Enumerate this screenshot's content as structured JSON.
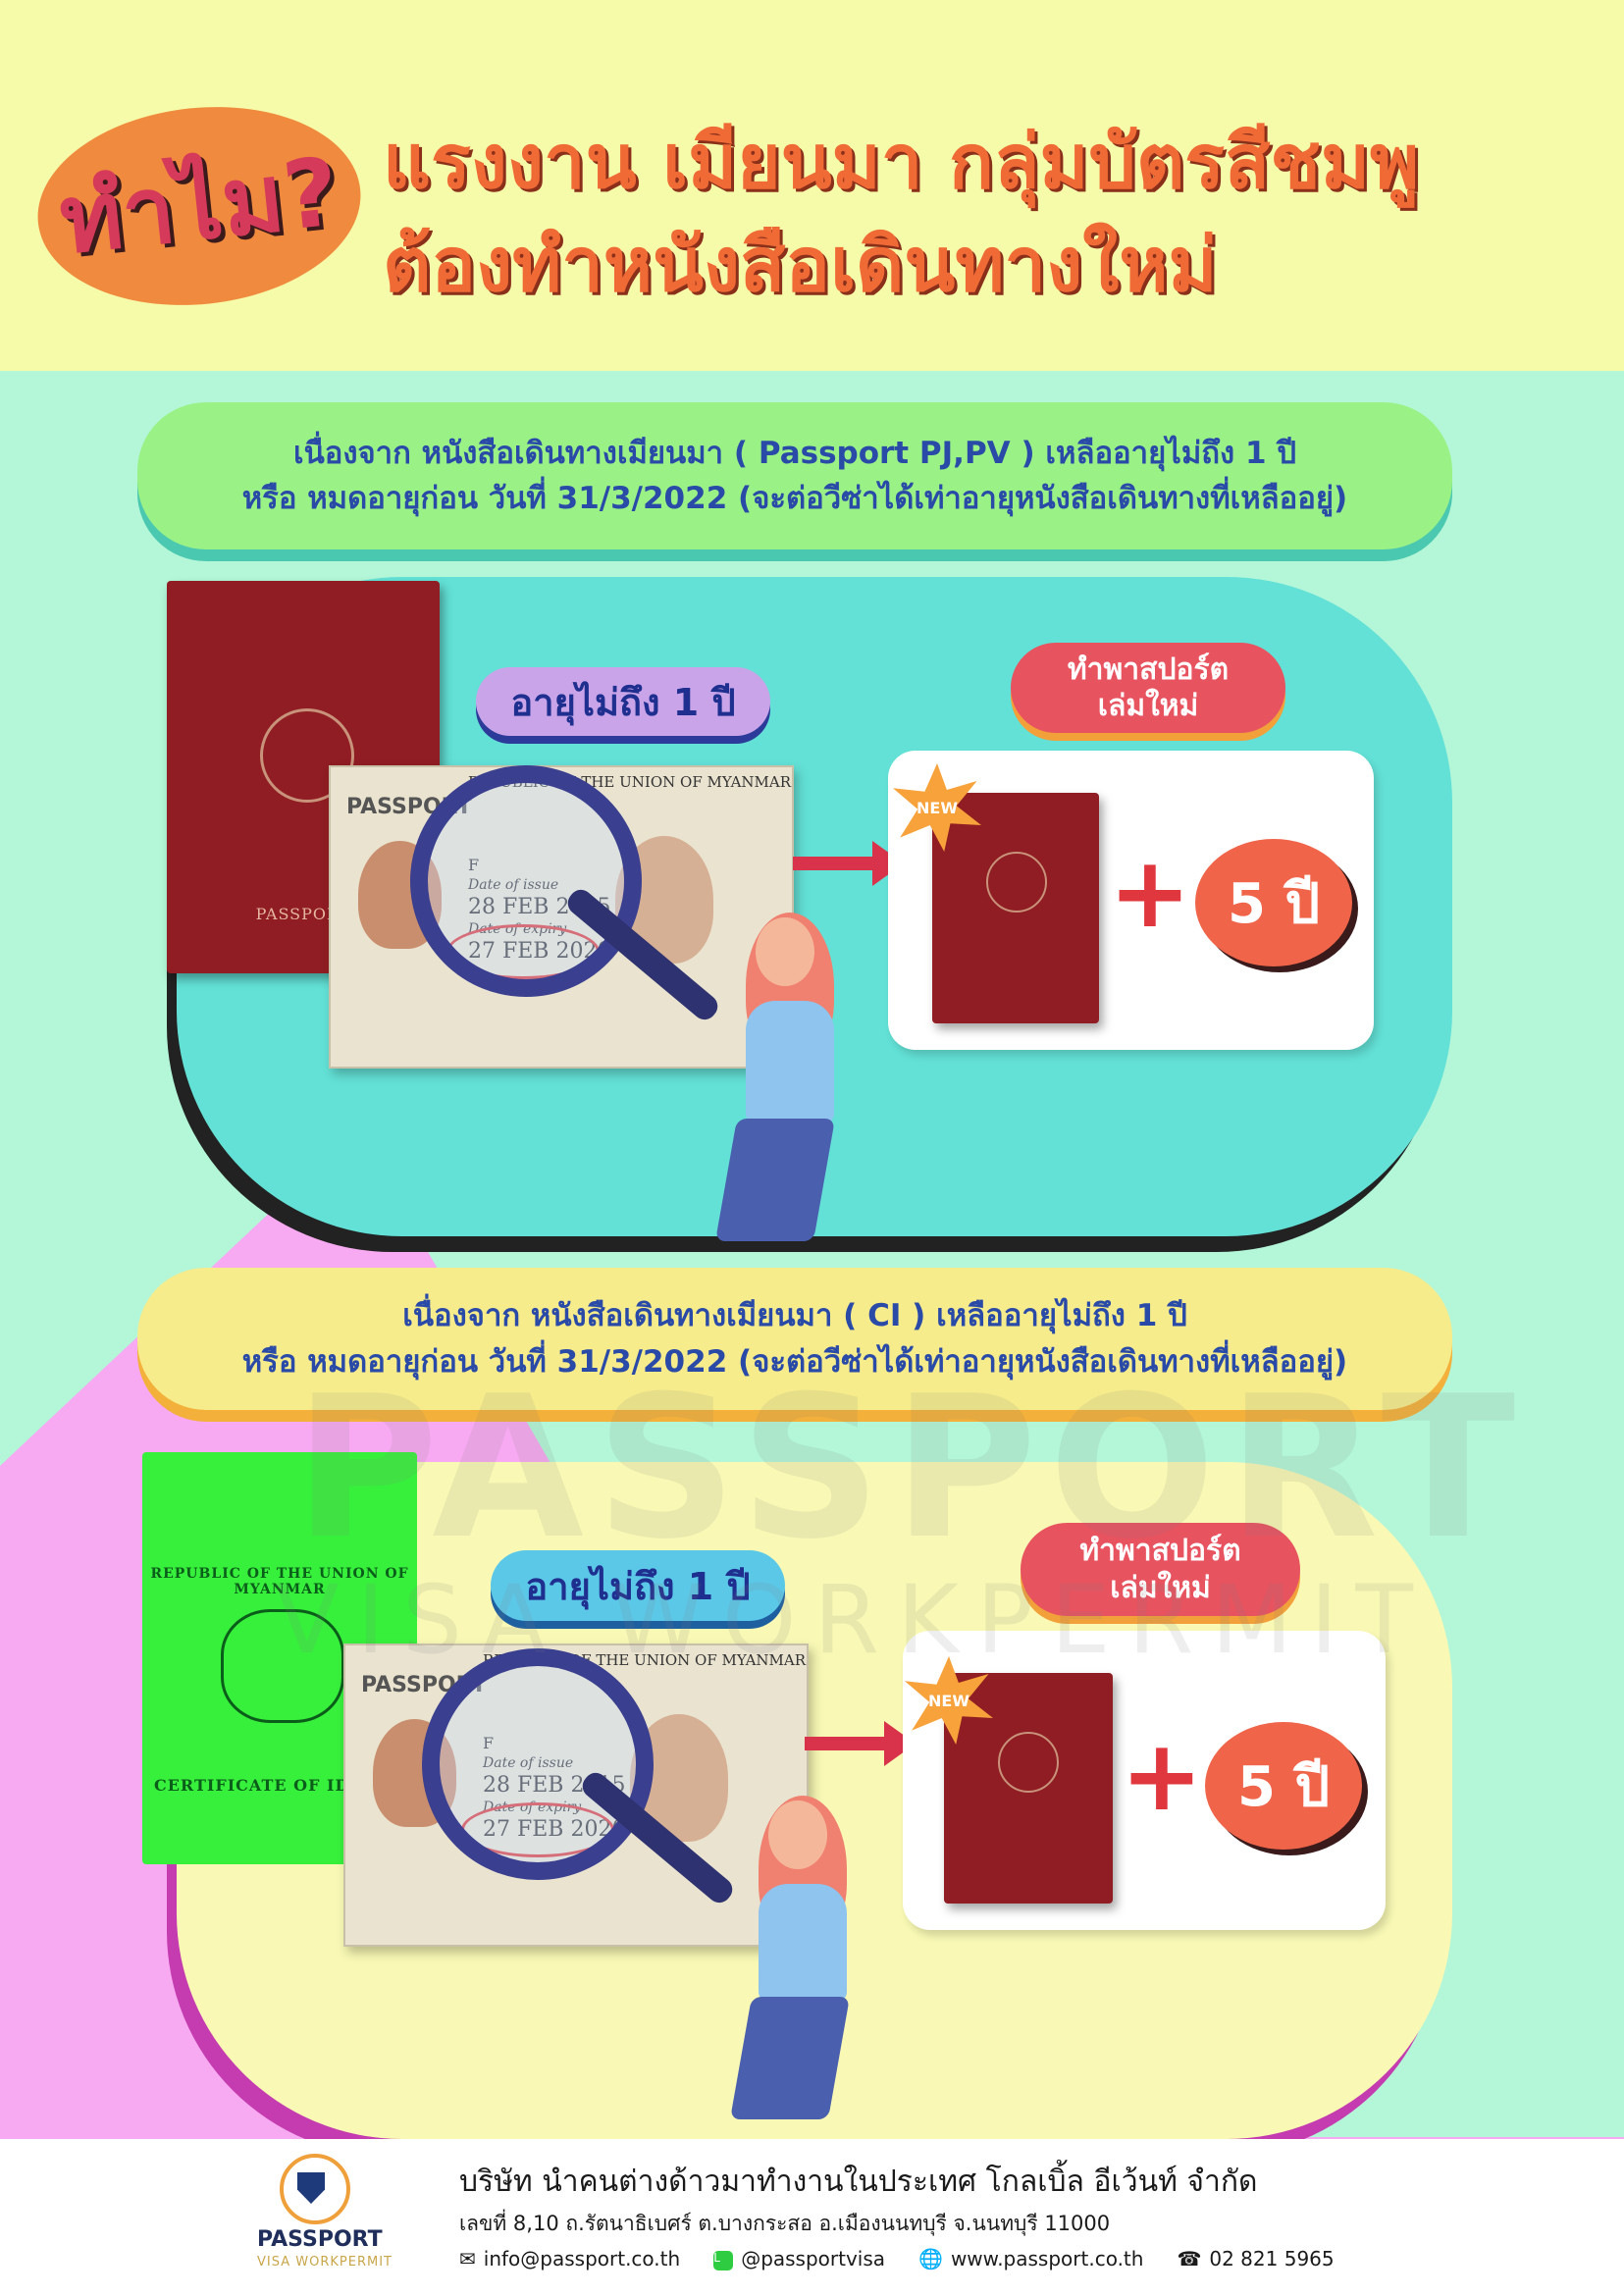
{
  "header": {
    "why_badge": "ทำไม?",
    "title_line1": "แรงงาน เมียนมา กลุ่มบัตรสีชมพู",
    "title_line2": "ต้องทำหนังสือเดินทางใหม่"
  },
  "section1": {
    "reason_line1": "เนื่องจาก หนังสือเดินทางเมียนมา ( Passport PJ,PV ) เหลืออายุไม่ถึง 1 ปี",
    "reason_line2": "หรือ หมดอายุก่อน วันที่ 31/3/2022 (จะต่อวีซ่าได้เท่าอายุหนังสือเดินทางที่เหลืออยู่)",
    "age_pill": "อายุไม่ถึง 1 ปี",
    "new_pill_line1": "ทำพาสปอร์ต",
    "new_pill_line2": "เล่มใหม่",
    "new_badge": "NEW",
    "plus": "+",
    "years": "5 ปี"
  },
  "section2": {
    "reason_line1": "เนื่องจาก หนังสือเดินทางเมียนมา ( CI ) เหลืออายุไม่ถึง 1 ปี",
    "reason_line2": "หรือ หมดอายุก่อน วันที่ 31/3/2022 (จะต่อวีซ่าได้เท่าอายุหนังสือเดินทางที่เหลืออยู่)",
    "age_pill": "อายุไม่ถึง 1 ปี",
    "new_pill_line1": "ทำพาสปอร์ต",
    "new_pill_line2": "เล่มใหม่",
    "new_badge": "NEW",
    "plus": "+",
    "years": "5 ปี"
  },
  "passport_card": {
    "country": "REPUBLIC OF THE UNION OF MYANMAR",
    "label": "PASSPORT",
    "type": "F",
    "issue_label": "Date of issue",
    "issue_date": "28 FEB 2015",
    "expiry_label": "Date of expiry",
    "expiry_date": "27 FEB 2020"
  },
  "books": {
    "maroon_cover_bottom": "PASSPORT",
    "green_cover_top": "REPUBLIC OF THE UNION OF MYANMAR",
    "green_cover_bottom": "CERTIFICATE OF IDE"
  },
  "watermark": {
    "line1": "PASSPORT",
    "line2": "VISA WORKPERMIT"
  },
  "footer": {
    "logo_name": "PASSPORT",
    "logo_sub": "VISA WORKPERMIT",
    "company": "บริษัท นำคนต่างด้าวมาทำงานในประเทศ โกลเบิ้ล อีเว้นท์ จำกัด",
    "address": "เลขที่ 8,10 ถ.รัตนาธิเบศร์ ต.บางกระสอ อ.เมืองนนทบุรี จ.นนทบุรี 11000",
    "email": "info@passport.co.th",
    "line_id": "@passportvisa",
    "website": "www.passport.co.th",
    "phone": "02 821 5965"
  }
}
